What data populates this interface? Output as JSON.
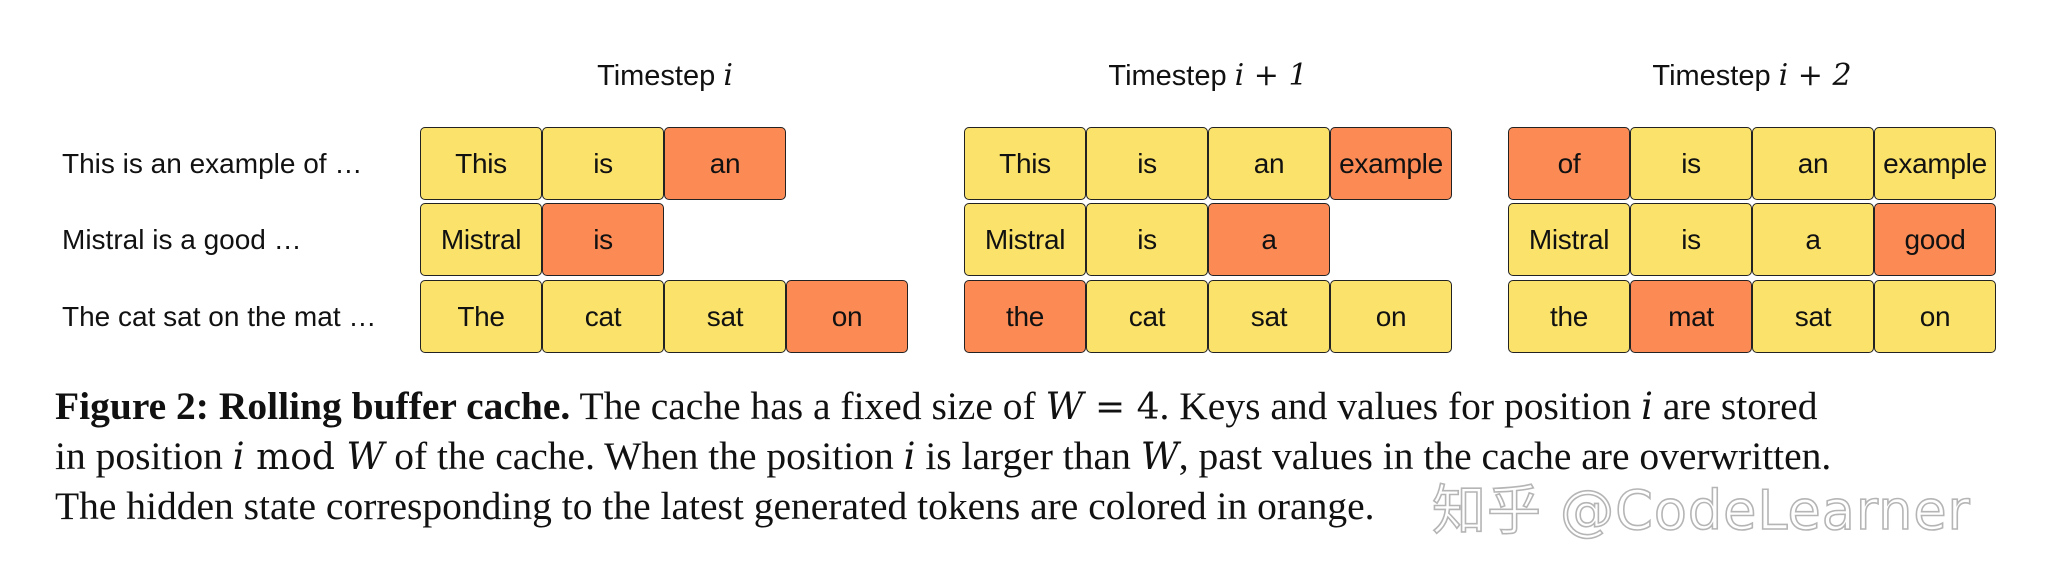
{
  "figure": {
    "panels": [
      {
        "title_text": "Timestep ",
        "title_math": "i",
        "rows": [
          [
            {
              "t": "This",
              "c": "y"
            },
            {
              "t": "is",
              "c": "y"
            },
            {
              "t": "an",
              "c": "o"
            }
          ],
          [
            {
              "t": "Mistral",
              "c": "y"
            },
            {
              "t": "is",
              "c": "o"
            }
          ],
          [
            {
              "t": "The",
              "c": "y"
            },
            {
              "t": "cat",
              "c": "y"
            },
            {
              "t": "sat",
              "c": "y"
            },
            {
              "t": "on",
              "c": "o"
            }
          ]
        ]
      },
      {
        "title_text": "Timestep ",
        "title_math": "i + 1",
        "rows": [
          [
            {
              "t": "This",
              "c": "y"
            },
            {
              "t": "is",
              "c": "y"
            },
            {
              "t": "an",
              "c": "y"
            },
            {
              "t": "example",
              "c": "o"
            }
          ],
          [
            {
              "t": "Mistral",
              "c": "y"
            },
            {
              "t": "is",
              "c": "y"
            },
            {
              "t": "a",
              "c": "o"
            }
          ],
          [
            {
              "t": "the",
              "c": "o"
            },
            {
              "t": "cat",
              "c": "y"
            },
            {
              "t": "sat",
              "c": "y"
            },
            {
              "t": "on",
              "c": "y"
            }
          ]
        ]
      },
      {
        "title_text": "Timestep ",
        "title_math": "i + 2",
        "rows": [
          [
            {
              "t": "of",
              "c": "o"
            },
            {
              "t": "is",
              "c": "y"
            },
            {
              "t": "an",
              "c": "y"
            },
            {
              "t": "example",
              "c": "y"
            }
          ],
          [
            {
              "t": "Mistral",
              "c": "y"
            },
            {
              "t": "is",
              "c": "y"
            },
            {
              "t": "a",
              "c": "y"
            },
            {
              "t": "good",
              "c": "o"
            }
          ],
          [
            {
              "t": "the",
              "c": "y"
            },
            {
              "t": "mat",
              "c": "o"
            },
            {
              "t": "sat",
              "c": "y"
            },
            {
              "t": "on",
              "c": "y"
            }
          ]
        ]
      }
    ],
    "row_labels": [
      "This is an example of …",
      "Mistral is a good …",
      "The cat sat on the mat …"
    ],
    "colors": {
      "cached": "#fbe36b",
      "latest": "#fb8a55"
    }
  },
  "caption": {
    "label": "Figure 2:",
    "title": "Rolling buffer cache.",
    "l1_a": " The cache has a fixed size of ",
    "l1_m1": "W",
    "l1_m2": " = 4",
    "l1_b": ". Keys and values for position ",
    "l1_m3": "i",
    "l1_c": " are stored",
    "l2_a": "in position ",
    "l2_m1": "i",
    "l2_m2": " mod ",
    "l2_m3": "W",
    "l2_b": " of the cache. When the position ",
    "l2_m4": "i",
    "l2_c": " is larger than ",
    "l2_m5": "W",
    "l2_d": ", past values in the cache are overwritten.",
    "l3": "The hidden state corresponding to the latest generated tokens are colored in orange."
  },
  "watermark": "知乎 @CodeLearner"
}
